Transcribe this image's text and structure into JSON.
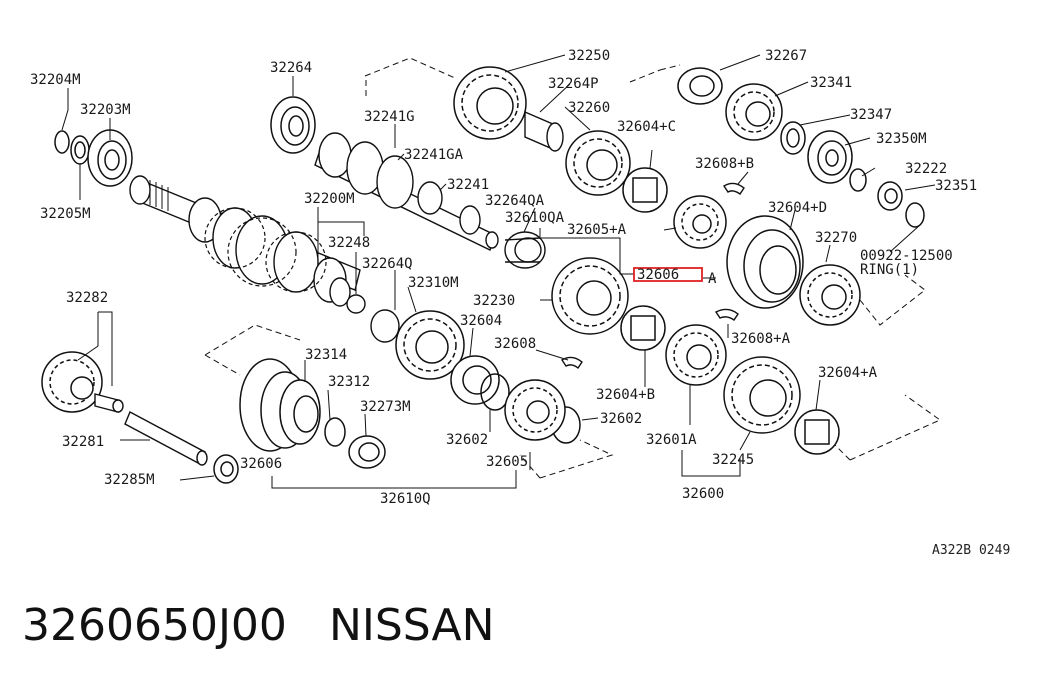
{
  "diagram": {
    "labels": {
      "l32204M": "32204M",
      "l32203M": "32203M",
      "l32205M": "32205M",
      "l32264": "32264",
      "l32241G": "32241G",
      "l32241GA": "32241GA",
      "l32241": "32241",
      "l32200M": "32200M",
      "l32248": "32248",
      "l32264Q": "32264Q",
      "l32310M": "32310M",
      "l32264QA": "32264QA",
      "l32610QA": "32610QA",
      "l32250": "32250",
      "l32264P": "32264P",
      "l32260": "32260",
      "l32604C": "32604+C",
      "l32267": "32267",
      "l32341": "32341",
      "l32347": "32347",
      "l32350M": "32350M",
      "l32222": "32222",
      "l32351": "32351",
      "l32608B": "32608+B",
      "l32604D": "32604+D",
      "l32605A": "32605+A",
      "l32606hl": "32606",
      "lA1": "A",
      "l32270": "32270",
      "l00922": "00922-12500",
      "lRing": "RING(1)",
      "l32230": "32230",
      "l32282": "32282",
      "l32314": "32314",
      "l32312": "32312",
      "l32273M": "32273M",
      "l32604": "32604",
      "l32608": "32608",
      "l32604B": "32604+B",
      "l32608A": "32608+A",
      "l32604A": "32604+A",
      "l32602a": "32602",
      "l32602b": "32602",
      "l32605": "32605",
      "l32601A": "32601A",
      "l32245": "32245",
      "l32600": "32600",
      "l32281": "32281",
      "l32285M": "32285M",
      "l32606": "32606",
      "l32610Q": "32610Q"
    },
    "highlight_color": "#e02020",
    "figure_ref": "A322B 0249"
  },
  "caption": {
    "part_number": "3260650J00",
    "brand": "NISSAN"
  }
}
